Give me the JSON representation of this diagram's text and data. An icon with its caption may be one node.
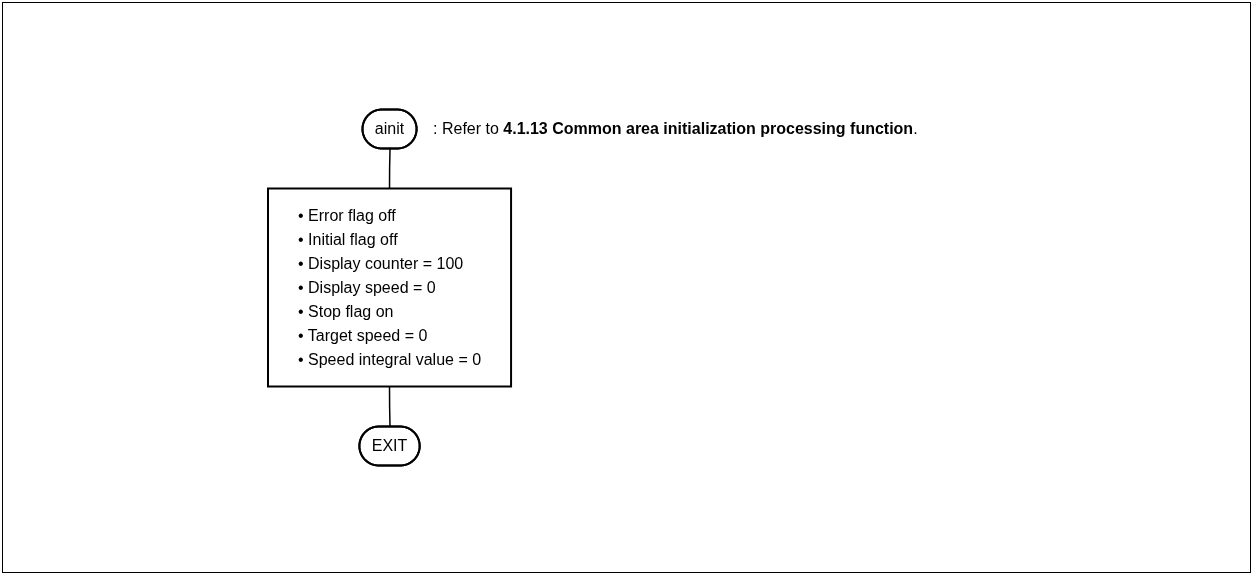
{
  "diagram": {
    "nodes": [
      {
        "text": [
          "ainit"
        ],
        "beside": [
          ":  Refer to **4.1.13 Common area initialization processing function**."
        ]
      },
      {
        "text": [
          "• Error flag off",
          "• Initial flag off",
          "• Display counter = 100",
          "• Display speed = 0",
          "• Stop flag on",
          "• Target speed = 0",
          "• Speed integral value = 0"
        ]
      },
      {
        "text": [
          "EXIT"
        ]
      }
    ],
    "edges": [
      {
        "from": 0,
        "to": 1,
        "arrow": "none"
      },
      {
        "from": 1,
        "to": 2,
        "arrow": "none"
      }
    ]
  }
}
